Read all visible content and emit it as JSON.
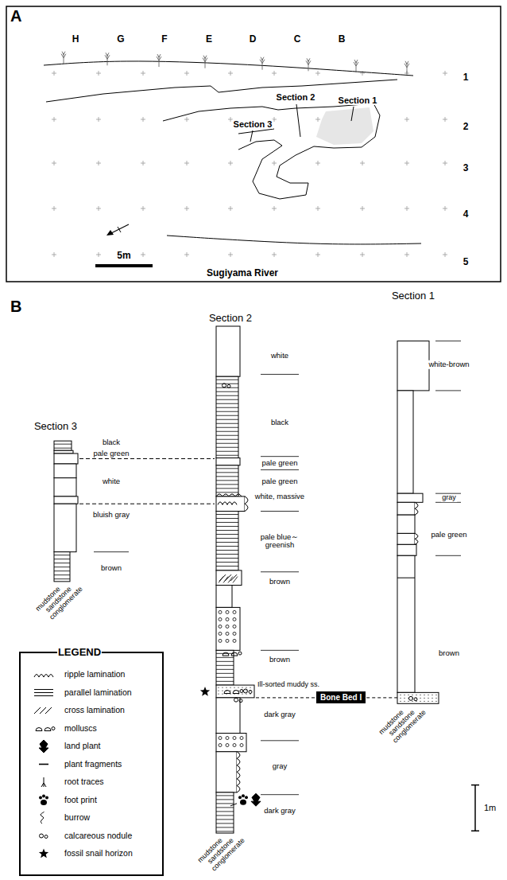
{
  "diagram": {
    "nodes": [
      {
        "text": [
          "Bone Bed I"
        ]
      }
    ],
    "labels": [
      "A",
      "H",
      "G",
      "F",
      "E",
      "D",
      "C",
      "B",
      "1",
      "2",
      "3",
      "4",
      "5",
      "Section 2",
      "Section 1",
      "Section 3",
      "5m",
      "Sugiyama River",
      "B",
      "Section 1",
      "Section 2",
      "Section 3",
      "black",
      "pale green",
      "white",
      "bluish gray",
      "brown",
      "mudstone",
      "sandstone",
      "conglomerate",
      "white",
      "black",
      "pale green",
      "pale green",
      "white, massive",
      "pale blue～ greenish",
      "brown",
      "brown",
      "Ill-sorted muddy ss.",
      "dark gray",
      "gray",
      "dark gray",
      "mudstone",
      "sandstone",
      "conglomerate",
      "white-brown",
      "gray",
      "pale green",
      "brown",
      "mudstone",
      "sandstone",
      "conglomerate",
      "1m",
      "LEGEND"
    ],
    "legend": [
      {
        "text": "ripple lamination"
      },
      {
        "text": "parallel lamination"
      },
      {
        "text": "cross lamination"
      },
      {
        "text": "molluscs"
      },
      {
        "text": "land plant"
      },
      {
        "text": "plant fragments"
      },
      {
        "text": "root traces"
      },
      {
        "text": "foot print"
      },
      {
        "text": "burrow"
      },
      {
        "text": "calcareous nodule"
      },
      {
        "text": "fossil snail horizon"
      }
    ]
  }
}
